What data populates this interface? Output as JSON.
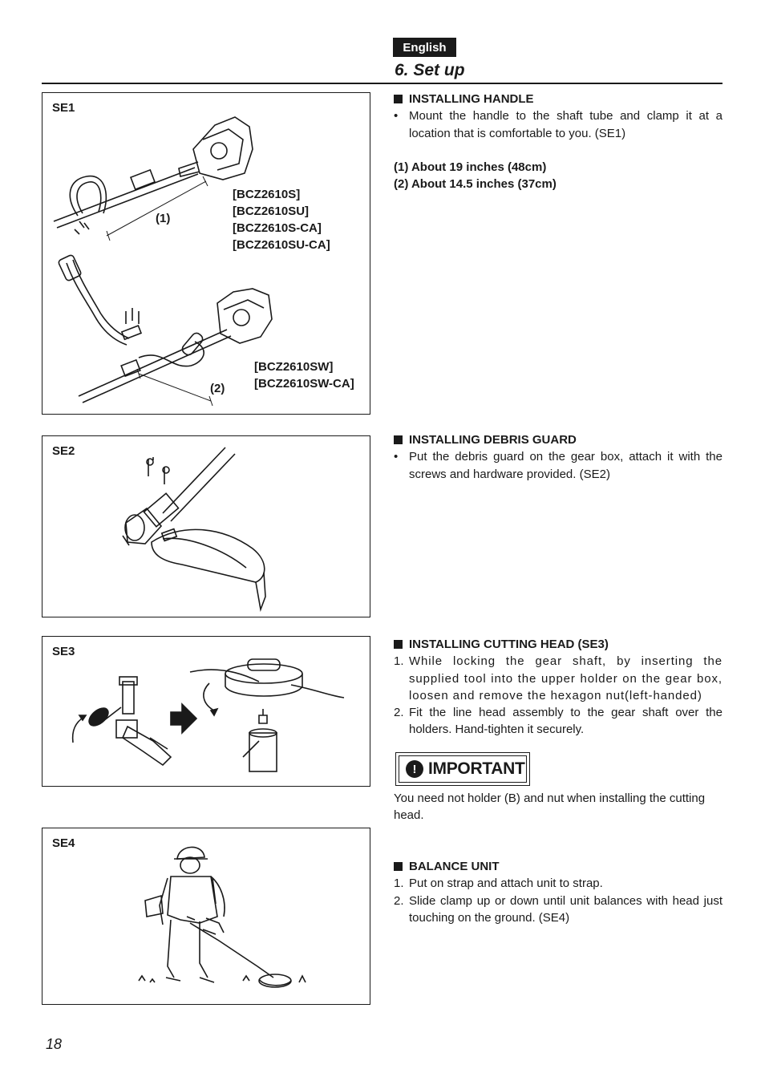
{
  "header": {
    "language": "English",
    "section_title": "6. Set up"
  },
  "figures": {
    "se1": {
      "label": "SE1",
      "dim1": "(1)",
      "dim2": "(2)",
      "models_a": [
        "[BCZ2610S]",
        "[BCZ2610SU]",
        "[BCZ2610S-CA]",
        "[BCZ2610SU-CA]"
      ],
      "models_b": [
        "[BCZ2610SW]",
        "[BCZ2610SW-CA]"
      ]
    },
    "se2": {
      "label": "SE2"
    },
    "se3": {
      "label": "SE3"
    },
    "se4": {
      "label": "SE4"
    }
  },
  "sections": {
    "handle": {
      "title": "INSTALLING HANDLE",
      "bullet": "•",
      "text": "Mount the handle to the shaft tube and clamp it at a location that is comfortable to you. (SE1)",
      "dims": [
        "(1) About 19 inches (48cm)",
        "(2) About 14.5 inches (37cm)"
      ]
    },
    "guard": {
      "title": "INSTALLING DEBRIS GUARD",
      "bullet": "•",
      "text": "Put the debris guard on the gear box, attach it with the screws and hardware provided. (SE2)"
    },
    "cutting_head": {
      "title": "INSTALLING CUTTING HEAD (SE3)",
      "steps": [
        {
          "num": "1.",
          "text": "While locking the gear shaft, by inserting the supplied tool into the upper holder on the gear box, loosen and remove the hexagon nut(left-handed)"
        },
        {
          "num": "2.",
          "text": "Fit the line head assembly to the gear shaft over the holders. Hand-tighten it securely."
        }
      ]
    },
    "important": {
      "icon": "!",
      "label": "IMPORTANT",
      "text": "You need not holder (B) and nut when installing the cutting head."
    },
    "balance": {
      "title": "BALANCE UNIT",
      "steps": [
        {
          "num": "1.",
          "text": "Put on strap and attach unit to strap."
        },
        {
          "num": "2.",
          "text": "Slide clamp up or down until unit balances with head just touching on the ground. (SE4)"
        }
      ]
    }
  },
  "footer": {
    "page_number": "18"
  }
}
